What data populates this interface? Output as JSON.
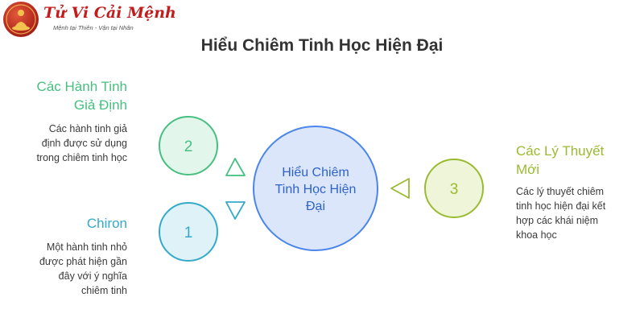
{
  "logo": {
    "name": "Tử Vi Cải Mệnh",
    "tagline": "Mệnh tại Thiên - Vận tại Nhân"
  },
  "title": "Hiểu Chiêm Tinh Học Hiện Đại",
  "center": {
    "lines": [
      "Hiểu Chiêm",
      "Tinh Học Hiện",
      "Đại"
    ]
  },
  "nodes": [
    {
      "number": "2",
      "title_lines": [
        "Các Hành Tinh",
        "Giả Định"
      ],
      "desc_lines": [
        "Các hành tinh giả",
        "định được sử dụng",
        "trong chiêm tinh học"
      ]
    },
    {
      "number": "1",
      "title_lines": [
        "Chiron"
      ],
      "desc_lines": [
        "Một hành tinh nhỏ",
        "được phát hiện gần",
        "đây với ý nghĩa",
        "chiêm tinh"
      ]
    },
    {
      "number": "3",
      "title_lines": [
        "Các Lý Thuyết",
        "Mới"
      ],
      "desc_lines": [
        "Các lý thuyết chiêm",
        "tinh học hiện đại kết",
        "hợp các khái niệm",
        "khoa học"
      ]
    }
  ],
  "colors": {
    "green": "#46bf80",
    "blue": "#35a9c9",
    "olive": "#9aba31",
    "center_fill": "#dbe6fb",
    "center_stroke": "#4a86ea"
  }
}
